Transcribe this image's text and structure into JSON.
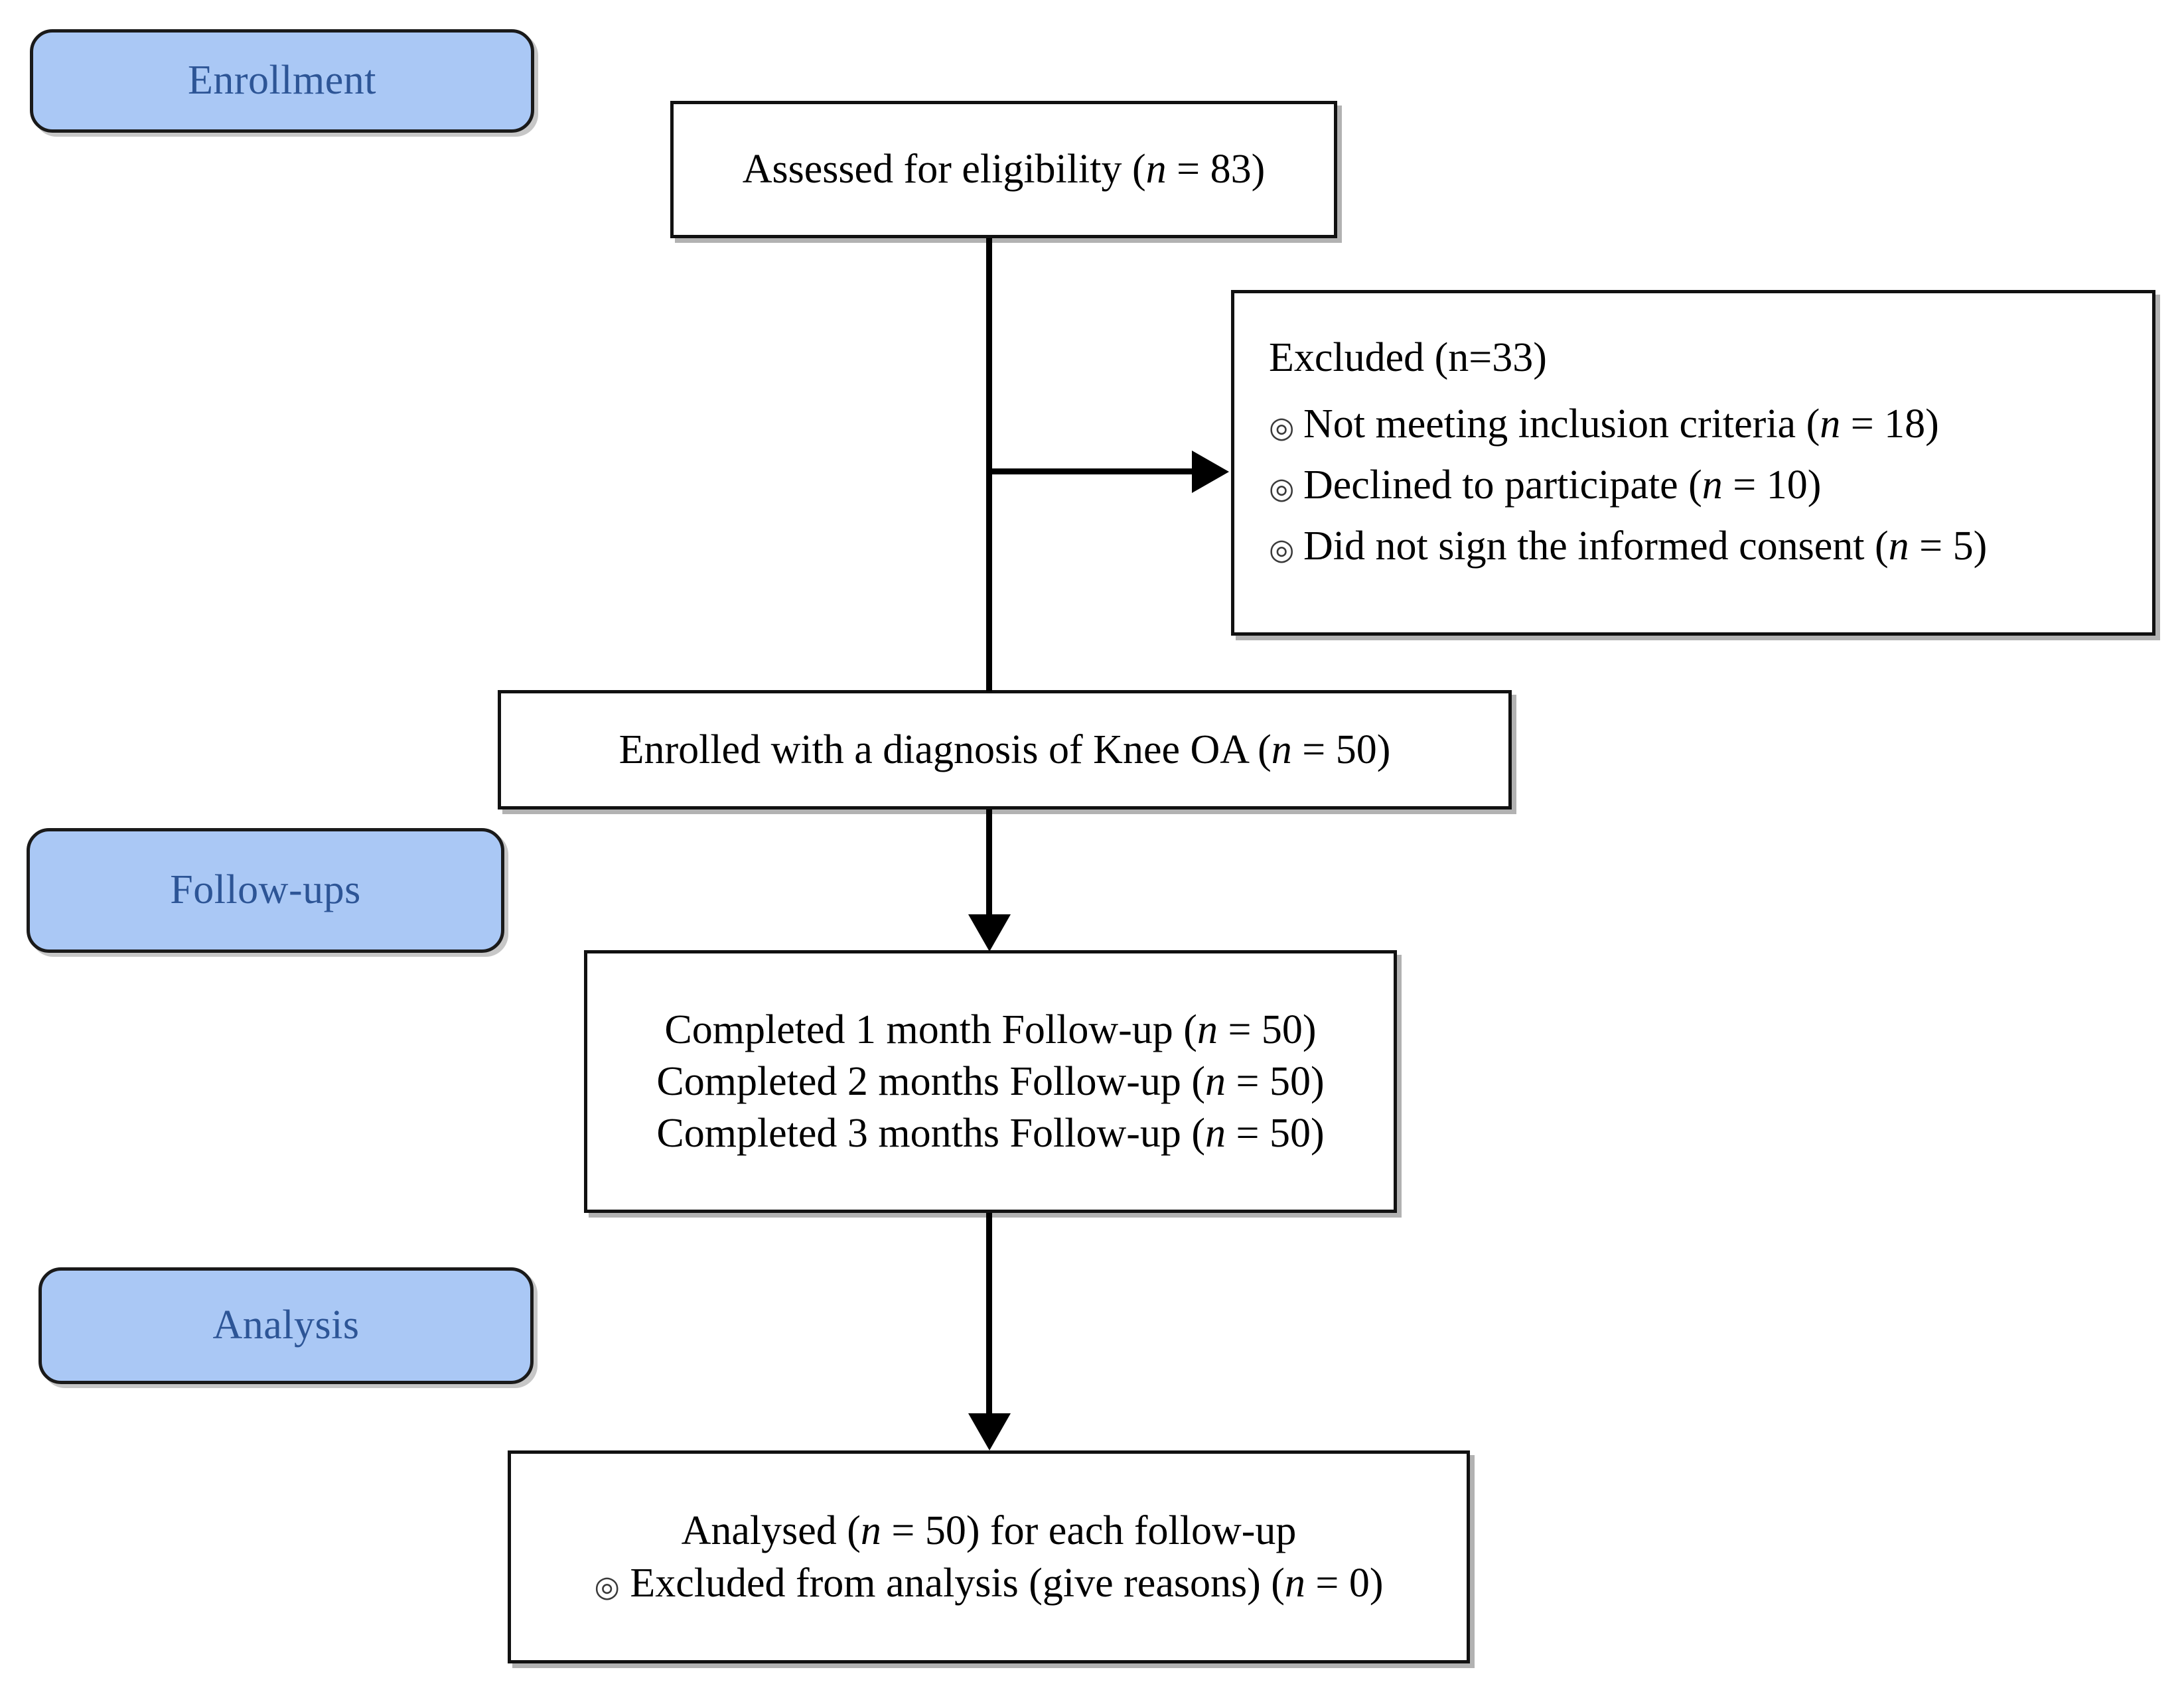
{
  "diagram": {
    "title": "CONSORT participant flow diagram",
    "accent_badge_fill": "#aac8f5",
    "accent_badge_text": "#2d5596",
    "box_border": "#111111",
    "bullet_glyph": "◎"
  },
  "stages": [
    {
      "id": "enrollment",
      "label": "Enrollment"
    },
    {
      "id": "follow-ups",
      "label": "Follow-ups"
    },
    {
      "id": "analysis",
      "label": "Analysis"
    }
  ],
  "boxes": {
    "eligibility": {
      "text_prefix": "Assessed for eligibility (",
      "n_symbol": "n",
      "text_suffix": " = 83)"
    },
    "excluded": {
      "heading": "Excluded  (n=33)",
      "items": [
        {
          "bullet": "◎",
          "prefix": "Not meeting inclusion criteria (",
          "n_symbol": "n",
          "suffix": " = 18)"
        },
        {
          "bullet": "◎",
          "prefix": "Declined to participate (",
          "n_symbol": "n",
          "suffix": " = 10)"
        },
        {
          "bullet": "◎",
          "prefix": "Did not sign the informed consent (",
          "n_symbol": "n",
          "suffix": " = 5)"
        }
      ]
    },
    "enrolled": {
      "text_prefix": "Enrolled with a diagnosis of Knee OA (",
      "n_symbol": "n",
      "text_suffix": " = 50)"
    },
    "followups": {
      "lines": [
        {
          "prefix": "Completed 1 month Follow-up (",
          "n_symbol": "n",
          "suffix": " = 50)"
        },
        {
          "prefix": "Completed 2 months Follow-up (",
          "n_symbol": "n",
          "suffix": " = 50)"
        },
        {
          "prefix": "Completed 3 months Follow-up (",
          "n_symbol": "n",
          "suffix": " = 50)"
        }
      ]
    },
    "analysed": {
      "line1_prefix": "Analysed (",
      "line1_n": "n",
      "line1_suffix": " = 50) for each follow-up",
      "line2_bullet": "◎",
      "line2_prefix": " Excluded from analysis (give reasons) (",
      "line2_n": "n",
      "line2_suffix": " = 0)"
    }
  }
}
